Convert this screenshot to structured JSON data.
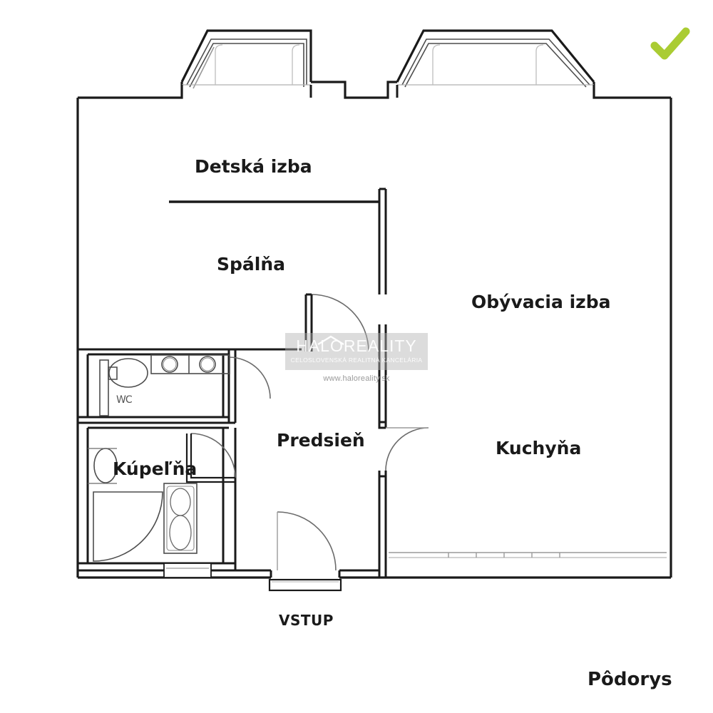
{
  "document": {
    "type": "floor-plan",
    "caption": "Pôdorys",
    "entrance_label": "VSTUP"
  },
  "rooms": [
    {
      "id": "detska",
      "label": "Detská izba"
    },
    {
      "id": "spalna",
      "label": "Spálňa"
    },
    {
      "id": "obyvacia",
      "label": "Obývacia izba"
    },
    {
      "id": "kuchyna",
      "label": "Kuchyňa"
    },
    {
      "id": "predsien",
      "label": "Predsieň"
    },
    {
      "id": "kupelna",
      "label": "Kúpeľňa"
    },
    {
      "id": "wc",
      "label": "WC"
    }
  ],
  "watermark": {
    "brand_first": "HALO",
    "brand_second": "REALITY",
    "tagline": "CELOSLOVENSKÁ REALITNÁ KANCELÁRIA",
    "url": "www.haloreality.sk"
  },
  "badge": {
    "name": "verified-check",
    "color": "#aacc33"
  },
  "colors": {
    "wall": "#1a1a1a",
    "fixture": "#4d4d4d",
    "window": "#8c8c8c",
    "background": "#ffffff",
    "text": "#1a1a1a",
    "accent": "#aacc33"
  }
}
